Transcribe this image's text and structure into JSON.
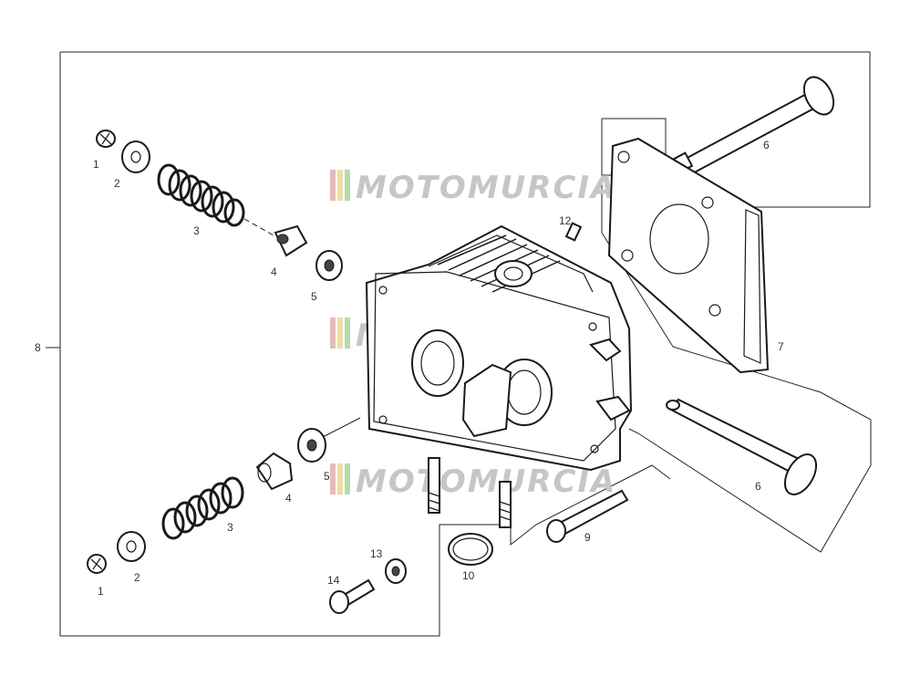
{
  "watermark": {
    "text": "MOTOMURCIA",
    "stripe_colors": [
      "#e8b9b9",
      "#f0dca0",
      "#b9d8b0"
    ]
  },
  "callouts": [
    {
      "id": "1-top",
      "label": "1"
    },
    {
      "id": "2-top",
      "label": "2"
    },
    {
      "id": "3-top",
      "label": "3"
    },
    {
      "id": "4-top",
      "label": "4"
    },
    {
      "id": "5-top",
      "label": "5"
    },
    {
      "id": "6-top",
      "label": "6"
    },
    {
      "id": "7",
      "label": "7"
    },
    {
      "id": "8",
      "label": "8"
    },
    {
      "id": "12",
      "label": "12"
    },
    {
      "id": "5-bottom",
      "label": "5"
    },
    {
      "id": "4-bottom",
      "label": "4"
    },
    {
      "id": "3-bottom",
      "label": "3"
    },
    {
      "id": "2-bottom",
      "label": "2"
    },
    {
      "id": "1-bottom",
      "label": "1"
    },
    {
      "id": "6-bottom",
      "label": "6"
    },
    {
      "id": "9",
      "label": "9"
    },
    {
      "id": "10",
      "label": "10"
    },
    {
      "id": "13",
      "label": "13"
    },
    {
      "id": "14",
      "label": "14"
    }
  ]
}
